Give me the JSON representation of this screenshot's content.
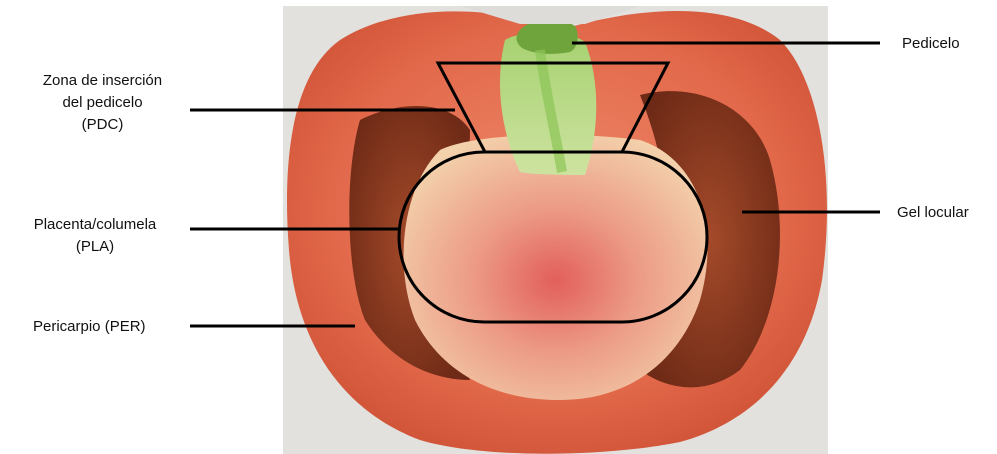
{
  "colors": {
    "background": "#ffffff",
    "backdrop": "#dcdcd8",
    "pericarp": "#e06b4e",
    "pericarp_dark": "#c84f36",
    "locule_gel": "#8c3a22",
    "placenta": "#f0c7a0",
    "placenta_core": "#e46e62",
    "pedicel_zone": "#b8d98a",
    "pedicel": "#7fb346",
    "outline": "#000000"
  },
  "labels": {
    "pdc": [
      "Zona de inserción",
      "del pedicelo",
      "(PDC)"
    ],
    "pla": [
      "Placenta/columela",
      "(PLA)"
    ],
    "per": "Pericarpio (PER)",
    "pedicelo": "Pedicelo",
    "gel": "Gel locular"
  }
}
